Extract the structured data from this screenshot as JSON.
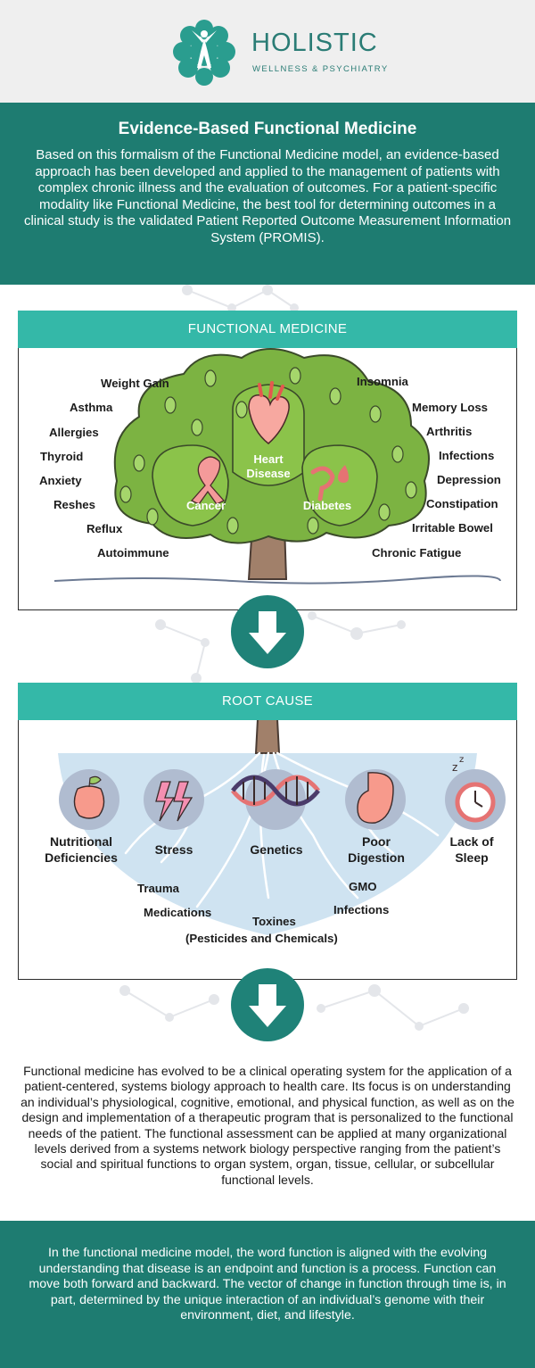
{
  "brand": {
    "name": "HOLISTIC",
    "subtitle": "WELLNESS & PSYCHIATRY"
  },
  "intro": {
    "title": "Evidence-Based Functional Medicine",
    "text": "Based on this formalism of the Functional Medicine model, an evidence-based approach has been developed and applied to the management of patients with complex chronic illness and the evaluation of outcomes. For a patient-specific modality like Functional Medicine, the best tool for determining outcomes in a clinical study is the validated Patient Reported Outcome Measurement Information System (PROMIS)."
  },
  "functional_medicine": {
    "heading": "FUNCTIONAL MEDICINE",
    "left_labels": [
      "Weight Gain",
      "Asthma",
      "Allergies",
      "Thyroid",
      "Anxiety",
      "Reshes",
      "Reflux",
      "Autoimmune"
    ],
    "right_labels": [
      "Insomnia",
      "Memory Loss",
      "Arthritis",
      "Infections",
      "Depression",
      "Constipation",
      "Irritable Bowel",
      "Chronic Fatigue"
    ],
    "tree_labels": {
      "heart": "Heart Disease",
      "cancer": "Cancer",
      "diabetes": "Diabetes"
    }
  },
  "root_cause": {
    "heading": "ROOT CAUSE",
    "causes": [
      "Nutritional Deficiencies",
      "Stress",
      "Genetics",
      "Poor Digestion",
      "Lack of Sleep"
    ],
    "secondary": [
      "Trauma",
      "Medications",
      "Toxines",
      "(Pesticides and Chemicals)",
      "GMO",
      "Infections"
    ]
  },
  "body_text": "Functional medicine has evolved to be a clinical operating system for the application of a patient-centered, systems biology approach to health care. Its focus is on understanding an individual’s physiological, cognitive, emotional, and physical function, as well as on the design and implementation of a therapeutic program that is personalized to the functional needs of the patient. The functional assessment can be applied at many organizational levels derived from a systems network biology perspective ranging from the patient’s social and spiritual functions to organ system, organ, tissue, cellular, or subcellular functional levels.",
  "footer_text": "In the functional medicine model, the word function is aligned with the evolving understanding that disease is an endpoint and function is a process. Function can move both forward and backward. The vector of change in function through time is, in part, determined by the unique interaction of an individual’s genome with their environment, diet, and lifestyle.",
  "colors": {
    "teal_dark": "#1e7c71",
    "teal_light": "#34b8a8",
    "tree_green": "#7cb342",
    "root_blue": "#cfe3f1"
  }
}
